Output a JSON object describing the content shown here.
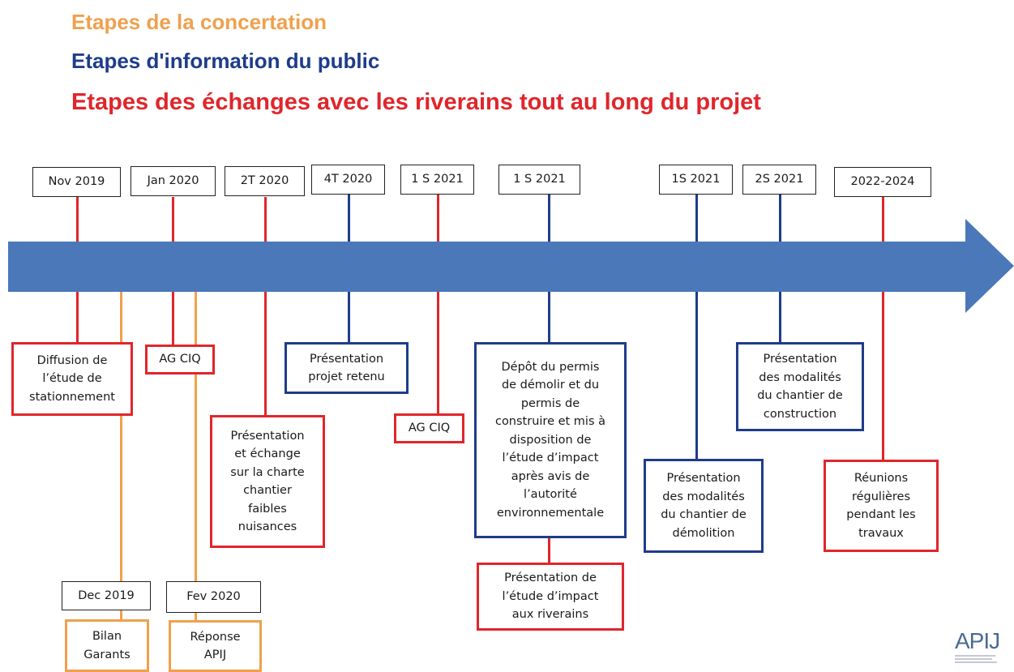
{
  "legend": {
    "concertation": "Etapes de la concertation",
    "information": "Etapes d'information du public",
    "riverains": "Etapes des échanges avec les riverains tout au long du projet"
  },
  "colors": {
    "concertation": "#f0a04e",
    "information": "#1e3c8a",
    "riverains": "#e0262b",
    "arrow": "#4a78b8"
  },
  "dates": [
    "Nov 2019",
    "Jan 2020",
    "2T 2020",
    "4T 2020",
    "1 S 2021",
    "1 S 2021",
    "1S 2021",
    "2S 2021",
    "2022-2024",
    "Dec 2019",
    "Fev 2020"
  ],
  "events": [
    "Diffusion de\nl’étude de\nstationnement",
    "AG CIQ",
    "Présentation\net échange\nsur la charte\nchantier\nfaibles\nnuisances",
    "Présentation\nprojet retenu",
    "AG CIQ",
    "Dépôt du permis\nde démolir et du\npermis de\nconstruire et mis à\ndisposition  de\nl’étude d’impact\naprès avis de\nl’autorité\nenvironnementale",
    "Présentation de\nl’étude d’impact\naux riverains",
    "Présentation\ndes modalités\ndu chantier de\ndémolition",
    "Présentation\ndes modalités\ndu chantier de\nconstruction",
    "Réunions\nrégulières\npendant les\ntravaux",
    "Bilan\nGarants",
    "Réponse\nAPIJ"
  ],
  "logo": {
    "text": "APIJ"
  }
}
